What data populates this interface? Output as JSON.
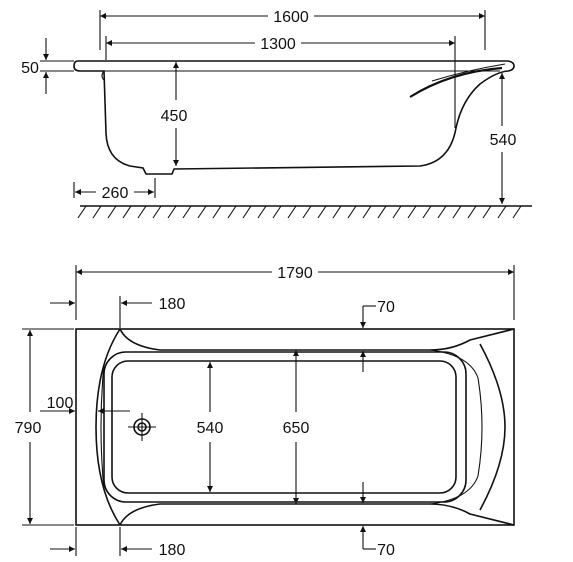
{
  "side_view": {
    "length_outer": "1600",
    "length_inner": "1300",
    "rim_thickness": "50",
    "depth": "450",
    "height": "540",
    "drain_offset": "260"
  },
  "top_view": {
    "length_total": "1790",
    "width_total": "790",
    "rim_offset_top": "180",
    "rim_offset_bottom": "180",
    "side_rim_top": "70",
    "side_rim_bottom": "70",
    "drain_wall_offset": "100",
    "inner_width": "540",
    "outer_width": "650"
  }
}
